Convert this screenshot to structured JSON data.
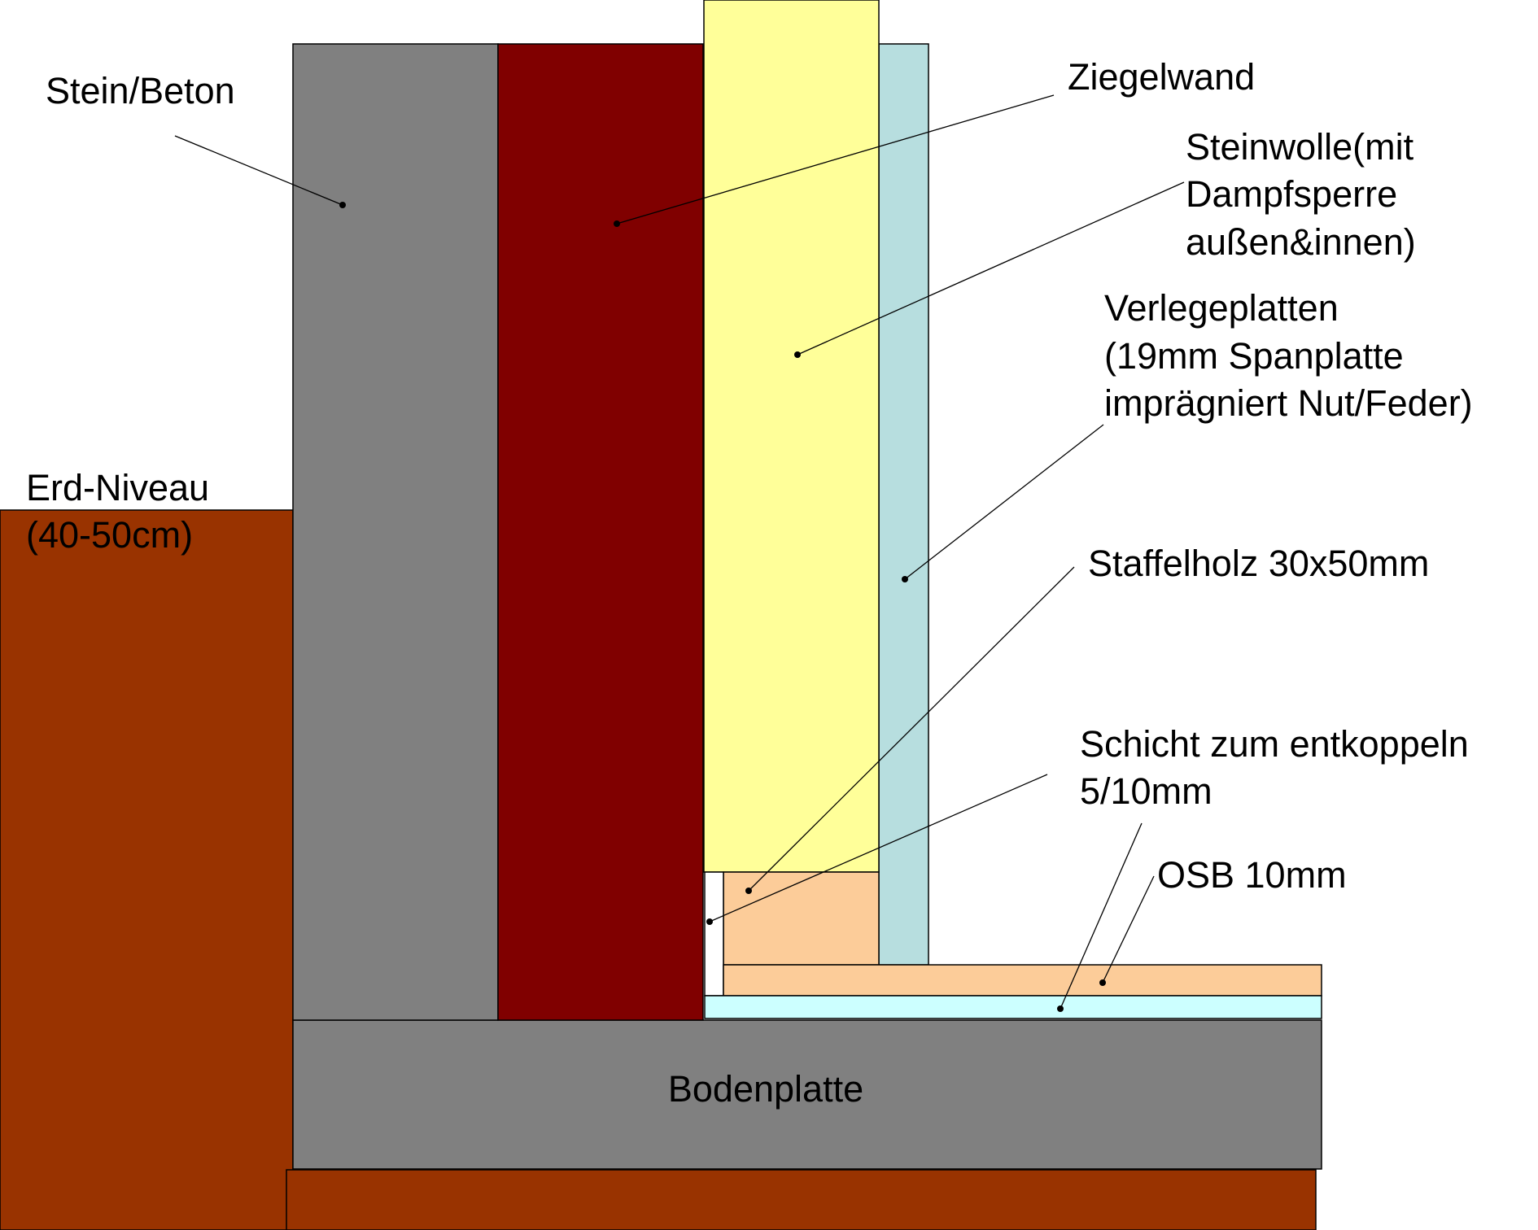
{
  "diagram": {
    "type": "wall-floor-section",
    "labels": {
      "stein_beton": "Stein/Beton",
      "ziegelwand": "Ziegelwand",
      "steinwolle": [
        "Steinwolle(mit",
        "Dampfsperre",
        "außen&innen)"
      ],
      "verlegeplatten": [
        "Verlegeplatten",
        "(19mm Spanplatte",
        "imprägniert Nut/Feder)"
      ],
      "erd_niveau": [
        "Erd-Niveau",
        "(40-50cm)"
      ],
      "staffelholz": "Staffelholz 30x50mm",
      "schicht": [
        "Schicht zum entkoppeln",
        "5/10mm"
      ],
      "osb": "OSB 10mm",
      "bodenplatte": "Bodenplatte"
    },
    "colors": {
      "soil": "#993300",
      "concrete": "#808080",
      "brick": "#800000",
      "mineral_wool": "#ffff99",
      "chipboard": "#b7dedf",
      "wood": "#fccc99",
      "decoupling_layer": "#ccffff",
      "gap": "#ffffff",
      "outline": "#000000"
    }
  }
}
